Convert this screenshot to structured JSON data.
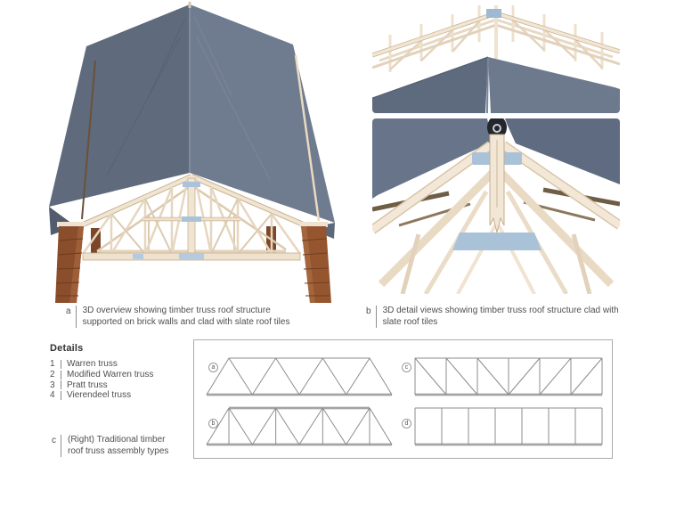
{
  "page": {
    "background": "#ffffff"
  },
  "figures": {
    "overview": {
      "letter": "a",
      "caption_lines": [
        "3D overview showing timber truss roof structure",
        "supported on brick walls and clad with slate roof tiles"
      ]
    },
    "detail": {
      "letter": "b",
      "caption_lines": [
        "3D detail views showing timber truss roof structure clad with",
        "slate roof tiles"
      ]
    }
  },
  "details_panel": {
    "title": "Details",
    "legend": [
      {
        "num": "1",
        "label": "Warren truss"
      },
      {
        "num": "2",
        "label": "Modified Warren truss"
      },
      {
        "num": "3",
        "label": "Pratt truss"
      },
      {
        "num": "4",
        "label": "Vierendeel truss"
      }
    ],
    "side_note": {
      "letter": "c",
      "lines": [
        "(Right) Traditional timber",
        "roof truss assembly types"
      ]
    }
  },
  "truss_diagrams": {
    "items": [
      {
        "letter": "a",
        "name": "Warren truss",
        "geometry": "trapezoid",
        "peaks": 4,
        "verticals": false
      },
      {
        "letter": "b",
        "name": "Modified Warren truss",
        "geometry": "trapezoid",
        "peaks": 4,
        "verticals": true
      },
      {
        "letter": "c",
        "name": "Pratt truss",
        "geometry": "rect",
        "panels": 6,
        "diagonals": "toward-center"
      },
      {
        "letter": "d",
        "name": "Vierendeel truss",
        "geometry": "rect",
        "panels": 7,
        "diagonals": "none"
      }
    ]
  },
  "colors": {
    "slate_dark": "#5f6a7c",
    "slate_light": "#6f7b8e",
    "timber": "#f0e4d2",
    "timber_shadow": "#c9b28f",
    "brick": "#8a4e2c",
    "gusset_blue": "#abc3da",
    "diagram_stroke": "#8c8c8c",
    "diagram_chord": "#bdbdbd",
    "caption_text": "#4f4f4f"
  }
}
